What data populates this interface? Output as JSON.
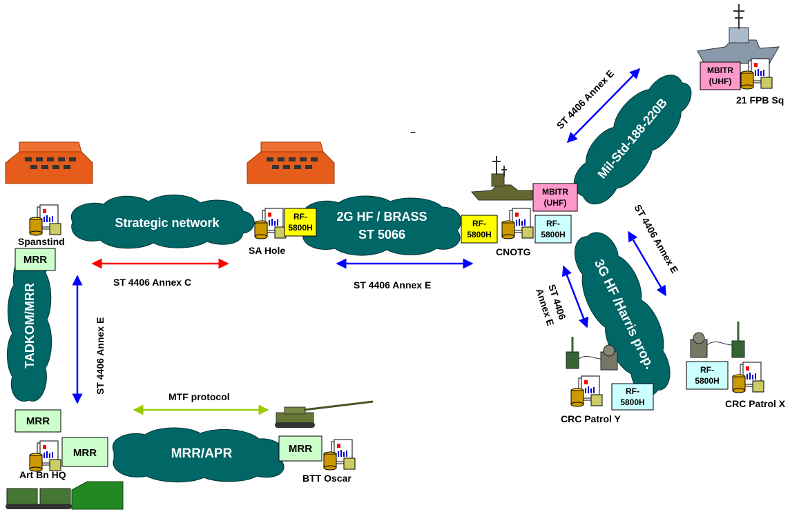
{
  "clouds": {
    "strategic": "Strategic network",
    "hf2g_line1": "2G HF / BRASS",
    "hf2g_line2": "ST 5066",
    "mil_std": "Mil-Std-188-220B",
    "hf3g": "3G HF /Harris prop.",
    "tadkom": "TADKOM/MRR",
    "mrr_apr": "MRR/APR"
  },
  "nodes": {
    "spanstind": "Spanstind",
    "sa_hole": "SA Hole",
    "cnotg": "CNOTG",
    "fpb": "21 FPB Sq",
    "crc_y": "CRC Patrol Y",
    "crc_x": "CRC Patrol X",
    "art_bn": "Art Bn HQ",
    "btt": "BTT Oscar"
  },
  "boxes": {
    "rf_line1": "RF-",
    "rf_line2": "5800H",
    "mbitr_line1": "MBITR",
    "mbitr_line2": "(UHF)",
    "mrr": "MRR"
  },
  "links": {
    "annex_c": "ST 4406 Annex C",
    "annex_e_mid": "ST 4406 Annex E",
    "annex_e_vert": "ST 4406 Annex E",
    "annex_e_fpb": "ST 4406 Annex E",
    "annex_e_right": "ST 4406 Annex E",
    "annex_e_crc_1": "ST 4406",
    "annex_e_crc_2": "Annex E",
    "mtf": "MTF protocol"
  },
  "misc": {
    "dash": "–"
  },
  "colors": {
    "cloud": "#006666",
    "red_arrow": "#ff0000",
    "blue_arrow": "#0000ff",
    "green_arrow": "#99cc00",
    "rf_yellow": "#ffff00",
    "rf_cyan": "#ccffff",
    "mbitr_pink": "#ff99cc",
    "mrr_green": "#ccffcc",
    "building": "#e65c1a"
  }
}
